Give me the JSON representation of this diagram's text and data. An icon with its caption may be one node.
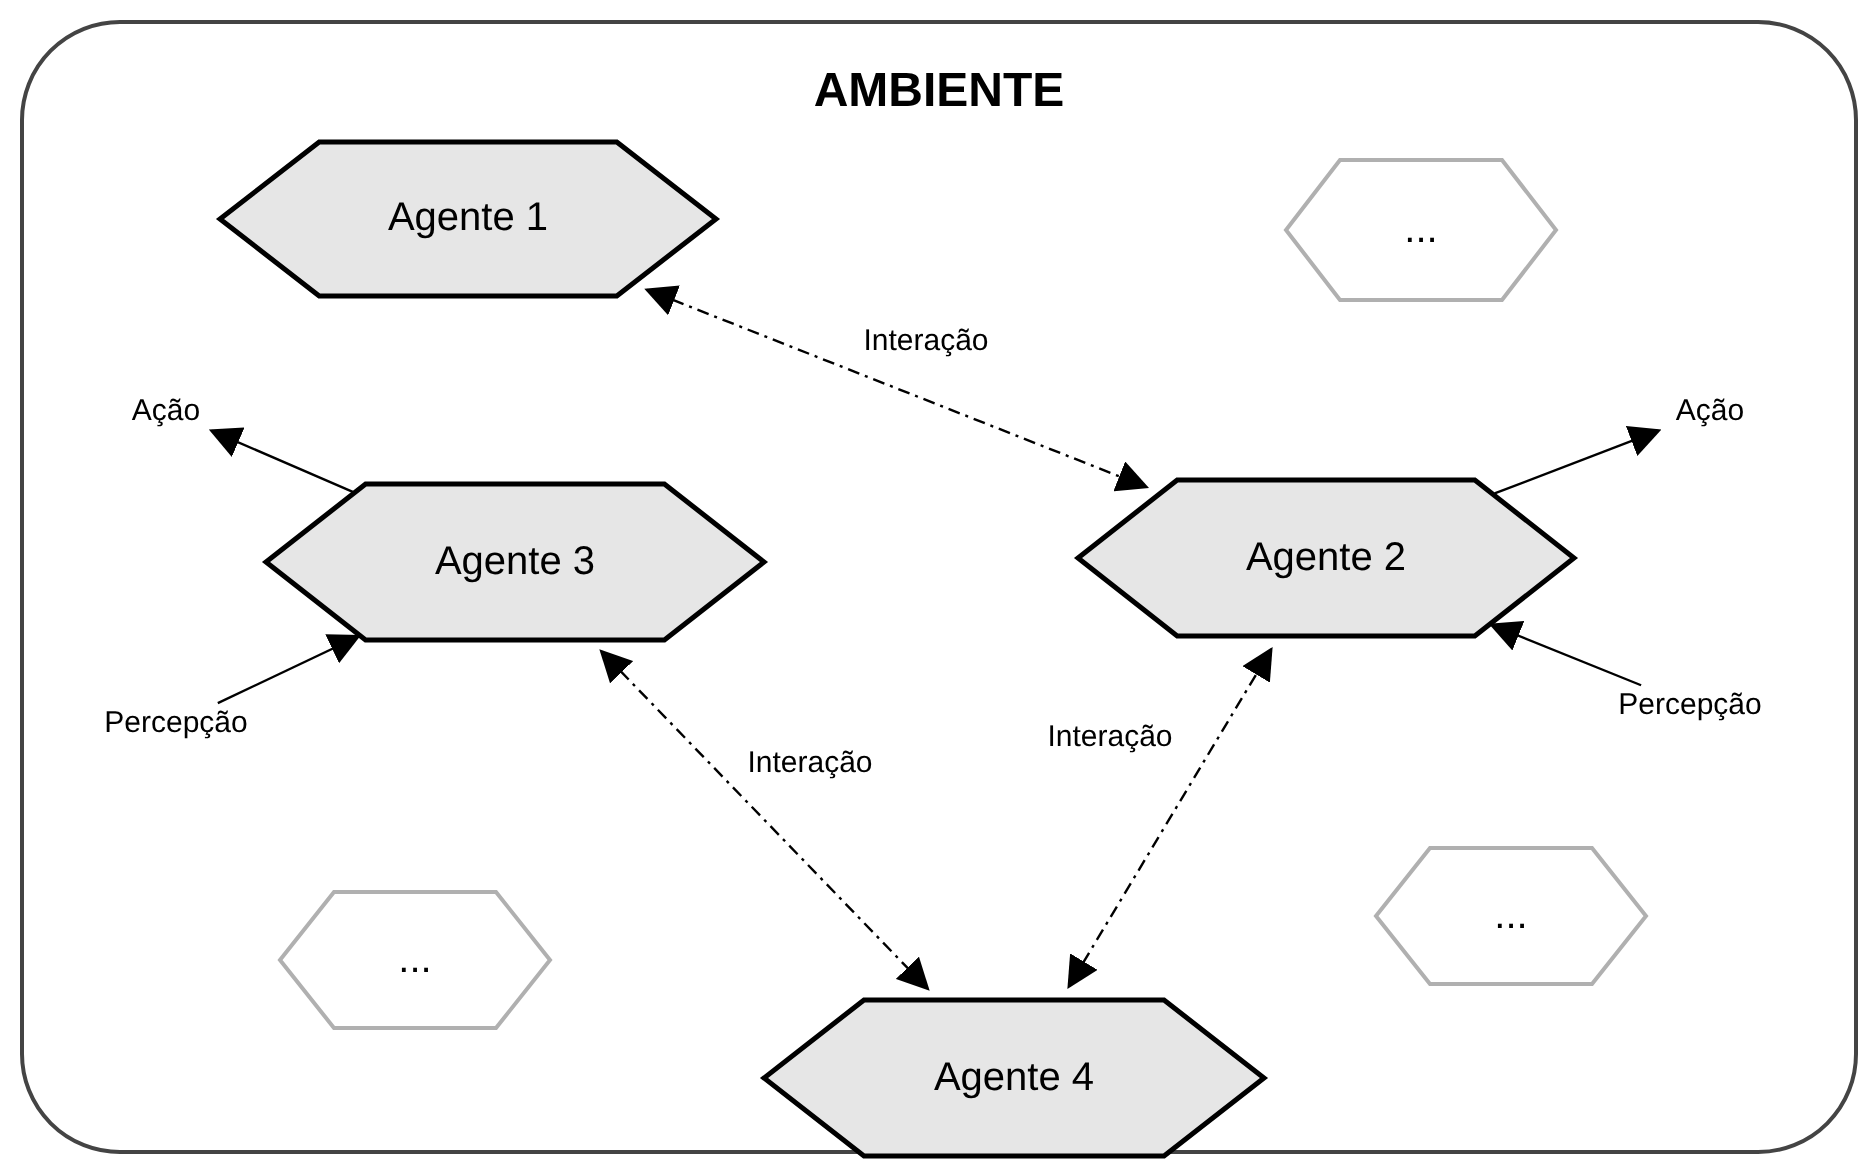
{
  "diagram": {
    "nodes": [
      {
        "text": [
          "AMBIENTE"
        ]
      },
      {
        "text": [
          "Agente 1"
        ],
        "in": 0
      },
      {
        "text": [
          "..."
        ],
        "in": 0
      },
      {
        "text": [
          "Ação"
        ],
        "in": 0
      },
      {
        "text": [
          "Agente 3"
        ],
        "in": 0
      },
      {
        "text": [
          "Agente 2"
        ],
        "in": 0
      },
      {
        "text": [
          "Ação"
        ],
        "in": 0
      },
      {
        "text": [
          "Percepção"
        ],
        "in": 0
      },
      {
        "text": [
          "Percepção"
        ],
        "in": 0
      },
      {
        "text": [
          "..."
        ],
        "in": 0
      },
      {
        "text": [
          "Agente 4"
        ],
        "in": 0
      },
      {
        "text": [
          "..."
        ],
        "in": 0
      }
    ],
    "edges": [
      {
        "from": 1,
        "to": 5,
        "arrow": "both",
        "label": "Interação",
        "style": "dashed"
      },
      {
        "from": 4,
        "to": 10,
        "arrow": "both",
        "label": "Interação",
        "style": "dashed"
      },
      {
        "from": 10,
        "to": 5,
        "arrow": "both",
        "label": "Interação",
        "style": "dashed"
      },
      {
        "from": 4,
        "to": 3,
        "arrow": "to"
      },
      {
        "from": 7,
        "to": 4,
        "arrow": "to"
      },
      {
        "from": 5,
        "to": 6,
        "arrow": "to"
      },
      {
        "from": 8,
        "to": 5,
        "arrow": "to"
      }
    ]
  }
}
